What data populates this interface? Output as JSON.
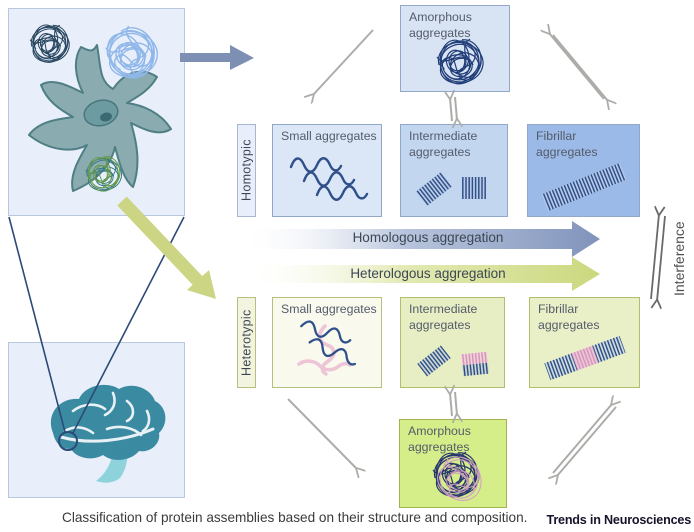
{
  "figure": {
    "caption": "Classification of protein assemblies based on their structure and composition.",
    "journal_name": "Trends in Neurosciences"
  },
  "flow": {
    "homologous": {
      "label": "Homologous aggregation",
      "color": "#8093bb"
    },
    "heterologous": {
      "label": "Heterologous aggregation",
      "color": "#ccd87e"
    }
  },
  "interference": {
    "label": "Interference"
  },
  "homotypic": {
    "row_label": "Homotypic",
    "amorphous": {
      "label": "Amorphous aggregates"
    },
    "small": {
      "label": "Small aggregates"
    },
    "intermediate": {
      "label": "Intermediate aggregates"
    },
    "fibrillar": {
      "label": "Fibrillar aggregates"
    }
  },
  "heterotypic": {
    "row_label": "Heterotypic",
    "amorphous": {
      "label": "Amorphous aggregates"
    },
    "small": {
      "label": "Small aggregates"
    },
    "intermediate": {
      "label": "Intermediate aggregates"
    },
    "fibrillar": {
      "label": "Fibrillar aggregates"
    }
  },
  "colors": {
    "protein_navy": "#2e4e86",
    "protein_pink": "#edc5d7",
    "box_blue_light": "#dbe7f6",
    "box_blue_mid": "#c3d6f0",
    "box_blue_strong": "#9cbae7",
    "box_green_light": "#e8eec4",
    "box_green_strong": "#d6ee8a",
    "cell_teal": "#8aacb0",
    "brain_teal": "#3a8aa2",
    "gray_arrow": "#aeaca9"
  }
}
